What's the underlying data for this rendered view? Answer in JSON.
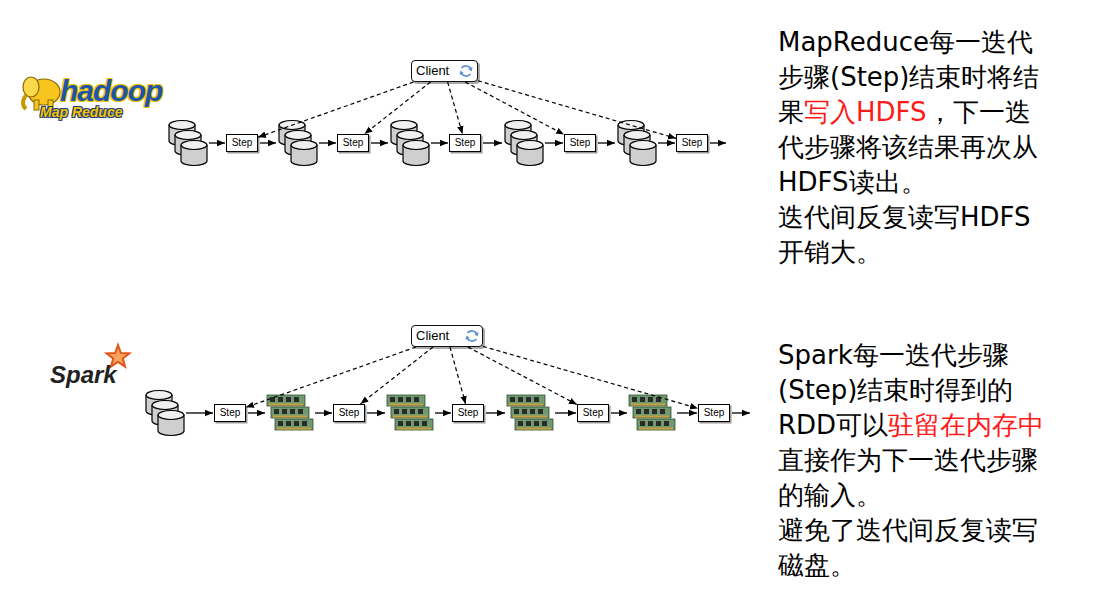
{
  "diagram": {
    "nodes": [
      {
        "text": [
          "Client"
        ]
      },
      {
        "text": [
          "Step"
        ]
      },
      {
        "text": [
          "Step"
        ]
      },
      {
        "text": [
          "Step"
        ]
      },
      {
        "text": [
          "Step"
        ]
      },
      {
        "text": [
          "Step"
        ]
      },
      {
        "text": [
          "Client"
        ]
      },
      {
        "text": [
          "Step"
        ]
      },
      {
        "text": [
          "Step"
        ]
      },
      {
        "text": [
          "Step"
        ]
      },
      {
        "text": [
          "Step"
        ]
      },
      {
        "text": [
          "Step"
        ]
      }
    ],
    "edges": [
      {
        "from": 0,
        "to": 1,
        "arrow": "to"
      },
      {
        "from": 0,
        "to": 2,
        "arrow": "to"
      },
      {
        "from": 0,
        "to": 3,
        "arrow": "to"
      },
      {
        "from": 0,
        "to": 4,
        "arrow": "to"
      },
      {
        "from": 0,
        "to": 5,
        "arrow": "to"
      },
      {
        "from": 6,
        "to": 7,
        "arrow": "to"
      },
      {
        "from": 6,
        "to": 8,
        "arrow": "to"
      },
      {
        "from": 6,
        "to": 9,
        "arrow": "to"
      },
      {
        "from": 6,
        "to": 10,
        "arrow": "to"
      },
      {
        "from": 6,
        "to": 11,
        "arrow": "to"
      }
    ],
    "labels": [
      "hadoop",
      "Map Reduce",
      "MapReduce每一迭代步骤(Step)结束时将结果",
      "写入HDFS",
      "，下一迭代步骤将该结果再次从HDFS读出。",
      "迭代间反复读写HDFS开销大。",
      "Spark",
      "Spark每一迭代步骤(Step)结束时得到的RDD可以",
      "驻留在内存中",
      "直接作为下一迭代步骤的输入。",
      "避免了迭代间反复读写磁盘。"
    ]
  }
}
